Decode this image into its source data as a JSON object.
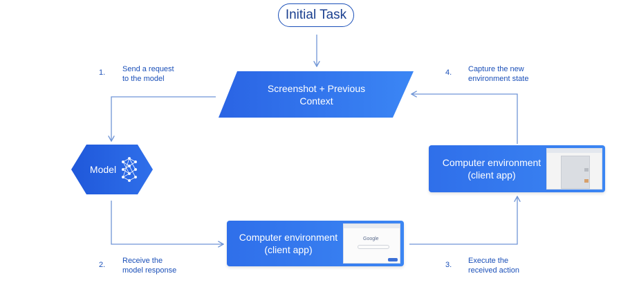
{
  "title": "Initial Task",
  "input": {
    "line1": "Screenshot + Previous",
    "line2": "Context"
  },
  "model": {
    "label": "Model",
    "icon": "neural-network-icon"
  },
  "env_top": {
    "line1": "Computer environment",
    "line2": "(client app)"
  },
  "env_bottom": {
    "line1": "Computer environment",
    "line2": "(client app)",
    "thumb_text": "Google"
  },
  "steps": [
    {
      "num": "1.",
      "line1": "Send a request",
      "line2": "to the model"
    },
    {
      "num": "2.",
      "line1": "Receive the",
      "line2": "model response"
    },
    {
      "num": "3.",
      "line1": "Execute the",
      "line2": "received action"
    },
    {
      "num": "4.",
      "line1": "Capture the new",
      "line2": "environment state"
    }
  ],
  "colors": {
    "primary": "#2f6fea",
    "dark": "#1a4fb8",
    "arrow": "#6f95d6"
  }
}
